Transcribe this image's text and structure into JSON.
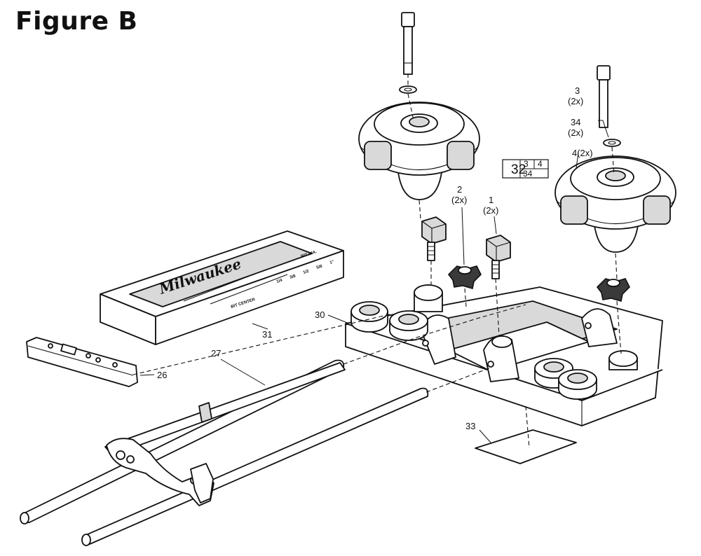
{
  "figure_title": "Figure B",
  "labels": {
    "p1": "1",
    "p1q": "(2x)",
    "p2": "2",
    "p2q": "(2x)",
    "p3": "3",
    "p3q": "(2x)",
    "p34": "34",
    "p34q": "(2x)",
    "p4": "4(2x)",
    "p26": "26",
    "p27": "27",
    "p30": "30",
    "p31": "31",
    "p33": "33"
  },
  "kit": {
    "number": "32",
    "a": "3",
    "b": "4",
    "c": "34"
  },
  "template_text": {
    "logo": "Milwaukee",
    "bit_center": "BIT CENTER",
    "bit_dia": "BIT DIA.",
    "sizes": [
      "1/4",
      "3/8",
      "1/2",
      "5/8",
      "1\""
    ]
  }
}
